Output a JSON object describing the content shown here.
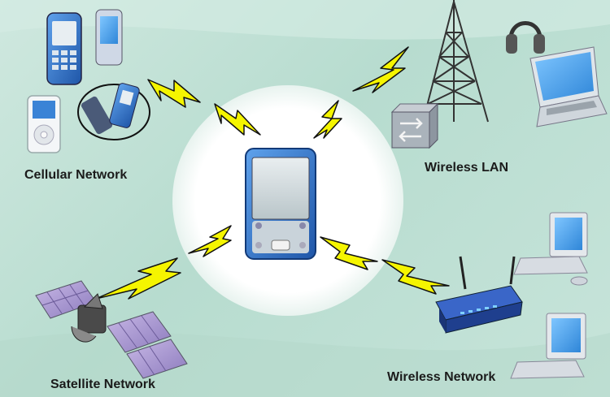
{
  "labels": {
    "cellular": "Cellular Network",
    "wireless_lan": "Wireless LAN",
    "wireless_network": "Wireless Network",
    "satellite": "Satellite Network"
  },
  "colors": {
    "background": "#c2e2d6",
    "bolt_fill": "#f5f500",
    "bolt_stroke": "#111111",
    "hub_circle": "#ffffff",
    "device_blue": "#2f6fc8"
  },
  "icons": [
    "pda-hub-icon",
    "cell-phone-icon",
    "mp3-player-icon",
    "pda-icon",
    "radio-tower-icon",
    "network-switch-icon",
    "headphones-icon",
    "laptop-icon",
    "wireless-router-icon",
    "desktop-computer-icon",
    "satellite-icon",
    "lightning-bolt-icon"
  ]
}
